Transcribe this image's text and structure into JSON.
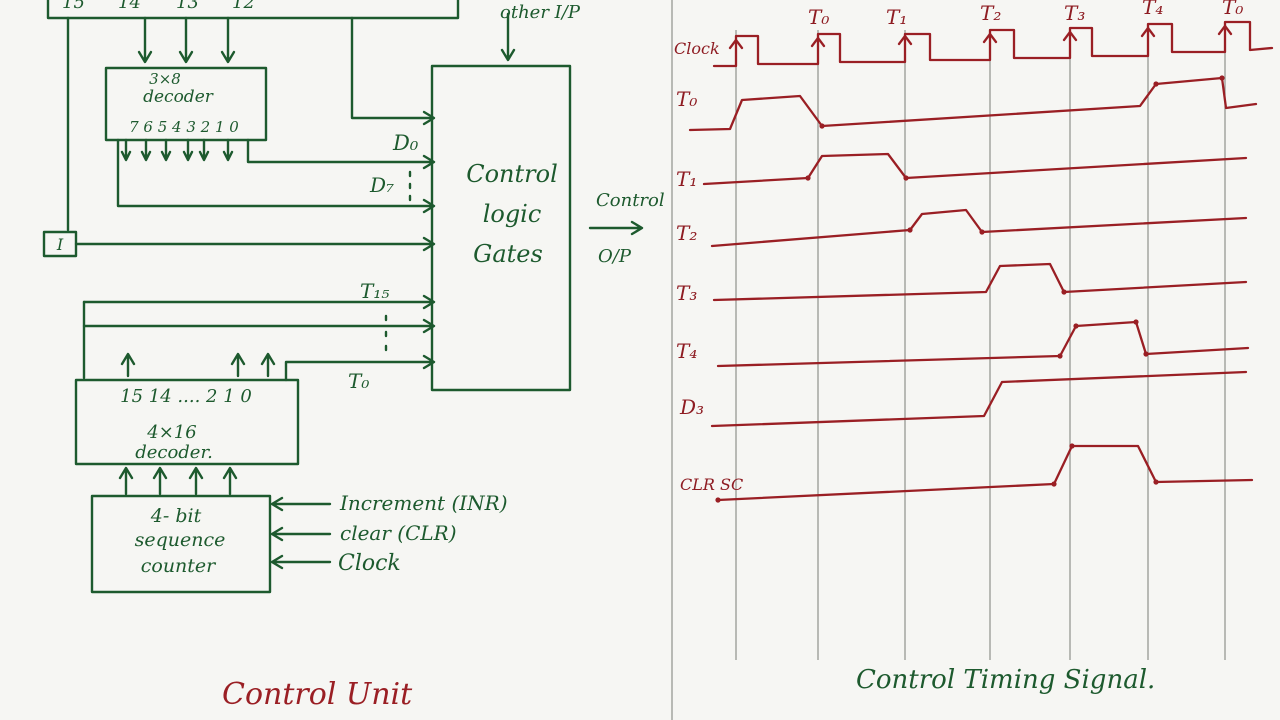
{
  "left": {
    "top_register_bits": [
      "15",
      "14",
      "13",
      "12"
    ],
    "top_register_label": "",
    "other_input_label": "other I/P",
    "decoder_3x8": {
      "title": "3×8",
      "subtitle": "decoder",
      "outputs": "7 6 5 4 3 2 1 0"
    },
    "d0_label": "D₀",
    "d7_label": "D₇",
    "i_box_label": "I",
    "control_gates": {
      "line1": "Control",
      "line2": "logic",
      "line3": "Gates"
    },
    "control_output": {
      "line1": "Control",
      "line2": "O/P"
    },
    "t15_label": "T₁₅",
    "t0_label": "T₀",
    "decoder_4x16": {
      "title": "4×16",
      "subtitle": "decoder.",
      "outputs": "15 14 .... 2 1 0"
    },
    "counter": {
      "line1": "4- bit",
      "line2": "sequence",
      "line3": "counter"
    },
    "inputs": [
      "Increment (INR)",
      "clear (CLR)",
      "Clock"
    ],
    "caption": "Control Unit"
  },
  "right": {
    "top_labels": [
      "T₀",
      "T₁",
      "T₂",
      "T₃",
      "T₄",
      "T₀"
    ],
    "clock_label": "Clock",
    "signals": [
      "T₀",
      "T₁",
      "T₂",
      "T₃",
      "T₄",
      "D₃",
      "CLR SC"
    ],
    "caption": "Control Timing Signal."
  }
}
